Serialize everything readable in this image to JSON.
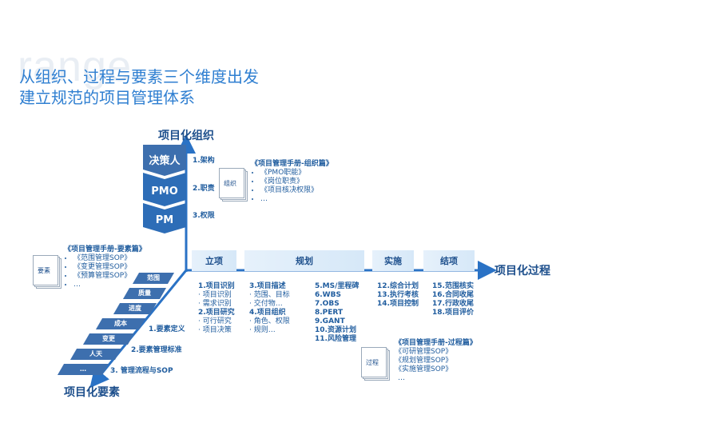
{
  "watermark": "range",
  "title_line1": "从组织、过程与要素三个维度出发",
  "title_line2": "建立规范的项目管理体系",
  "axes": {
    "org": "项目化组织",
    "process": "项目化过程",
    "elements": "项目化要素"
  },
  "roles": [
    "决策人",
    "PMO",
    "PM"
  ],
  "org_steps": [
    "1.架构",
    "2.职责",
    "3.权限"
  ],
  "org_doc": {
    "icon_label": "组织",
    "title": "《项目管理手册-组织篇》",
    "items": [
      "《PMO职能》",
      "《岗位职责》",
      "《项目核决权限》",
      "…"
    ]
  },
  "elements_doc": {
    "icon_label": "要素",
    "title": "《项目管理手册-要素篇》",
    "items": [
      "《范围管理SOP》",
      "《变更管理SOP》",
      "《预算管理SOP》",
      "…"
    ]
  },
  "process_doc": {
    "icon_label": "过程",
    "title": "《项目管理手册-过程篇》",
    "items": [
      "《可研管理SOP》",
      "《规划管理SOP》",
      "《实施管理SOP》",
      "…"
    ]
  },
  "phases": [
    "立项",
    "规划",
    "实施",
    "结项"
  ],
  "phase_lixiang": {
    "h1": "1.项目识别",
    "s1a": "· 项目识别",
    "s1b": "· 需求识别",
    "h2": "2.项目研究",
    "s2a": "· 可行研究",
    "s2b": "· 项目决策"
  },
  "phase_guihua_a": {
    "h3": "3.项目描述",
    "s3a": "· 范围、目标",
    "s3b": "· 交付物…",
    "h4": "4.项目组织",
    "s4a": "· 角色、权限",
    "s4b": "· 规则…"
  },
  "phase_guihua_b": [
    "5.MS/里程碑",
    "6.WBS",
    "7.OBS",
    "8.PERT",
    "9.GANT",
    "10.资源计划",
    "11.风险管理"
  ],
  "phase_shishi": [
    "12.综合计划",
    "13.执行考核",
    "14.项目控制"
  ],
  "phase_jiexiang": [
    "15.范围核实",
    "16.合同收尾",
    "17.行政收尾",
    "18.项目评价"
  ],
  "element_steps": [
    "范围",
    "质量",
    "进度",
    "成本",
    "变更",
    "人天",
    "…"
  ],
  "element_levels": [
    "1.要素定义",
    "2.要素管理标准",
    "3. 管理流程与SOP"
  ],
  "colors": {
    "title": "#2f7fd1",
    "axis": "#2a72c5",
    "role_top": "#3d6fae",
    "role": "#2d6db7"
  }
}
